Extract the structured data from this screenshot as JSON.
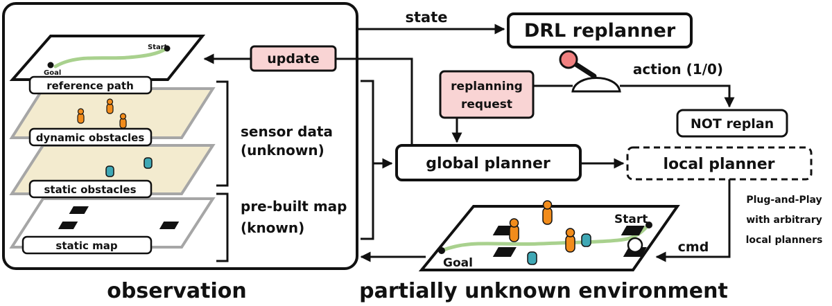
{
  "observation": {
    "title": "observation",
    "layers": {
      "reference_path": "reference path",
      "dynamic_obstacles": "dynamic obstacles",
      "static_obstacles": "static obstacles",
      "static_map": "static map"
    },
    "path_start": "Start",
    "path_goal": "Goal"
  },
  "braces": {
    "sensor_line1": "sensor data",
    "sensor_line2": "(unknown)",
    "prebuilt_line1": "pre-built map",
    "prebuilt_line2": "(known)"
  },
  "edges": {
    "state": "state",
    "update": "update",
    "action": "action (1/0)",
    "cmd": "cmd"
  },
  "nodes": {
    "drl_replanner": "DRL replanner",
    "replanning_request_line1": "replanning",
    "replanning_request_line2": "request",
    "not_replan": "NOT replan",
    "global_planner": "global planner",
    "local_planner": "local planner"
  },
  "plug_and_play": {
    "line1": "Plug-and-Play",
    "line2": "with arbitrary",
    "line3": "local planners"
  },
  "environment": {
    "title": "partially unknown environment",
    "start": "Start",
    "goal": "Goal"
  },
  "colors": {
    "highlight_fill": "#f9d4d4",
    "path_green": "#a9d18e",
    "dynamic_obstacle_orange": "#f28c1b",
    "static_obstacle_teal": "#3fa8b5",
    "layer_fill": "#f3ebcf",
    "layer_border": "#a6a6a6",
    "joystick_knob": "#f08080"
  }
}
